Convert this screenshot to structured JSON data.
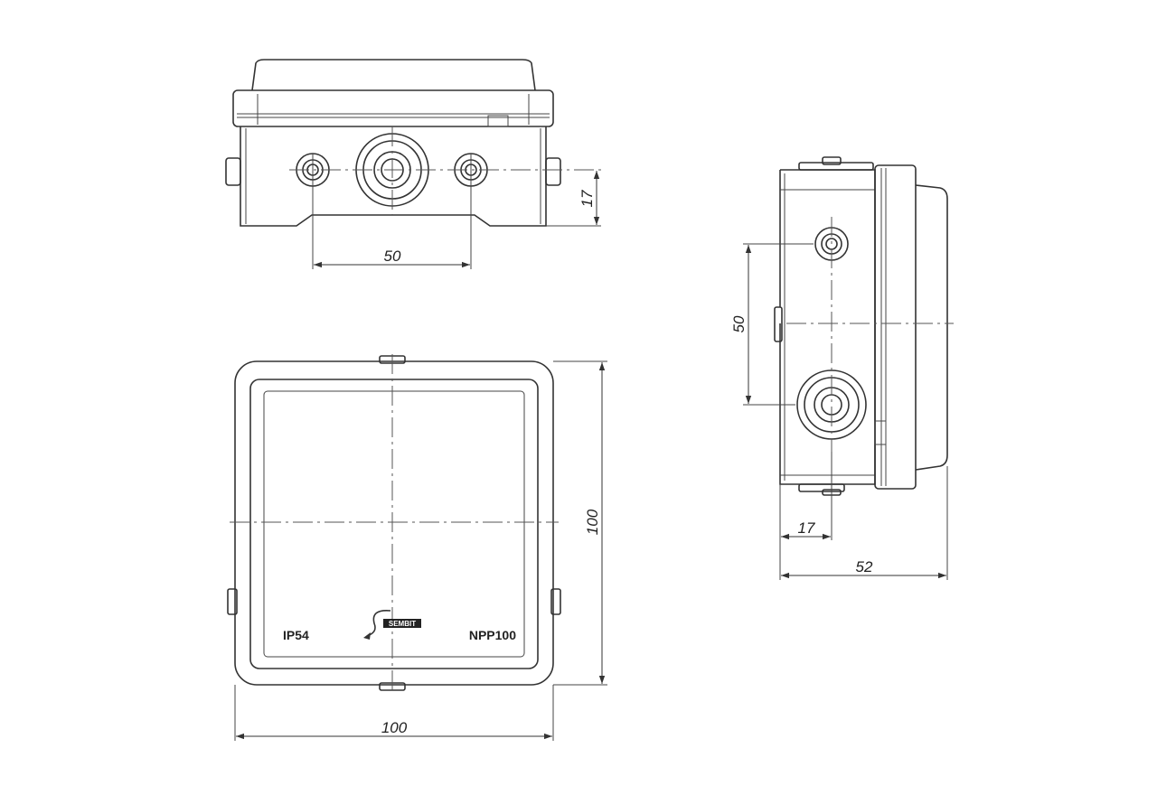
{
  "drawing": {
    "product_code": "NPP100",
    "protection_rating": "IP54",
    "logo_text": "SEMBIT"
  },
  "dimensions": {
    "top_view_hole_spacing": "50",
    "top_view_hole_height": "17",
    "side_view_hole_spacing": "50",
    "side_view_hole_offset": "17",
    "side_view_depth": "52",
    "front_view_height": "100",
    "front_view_width": "100"
  }
}
